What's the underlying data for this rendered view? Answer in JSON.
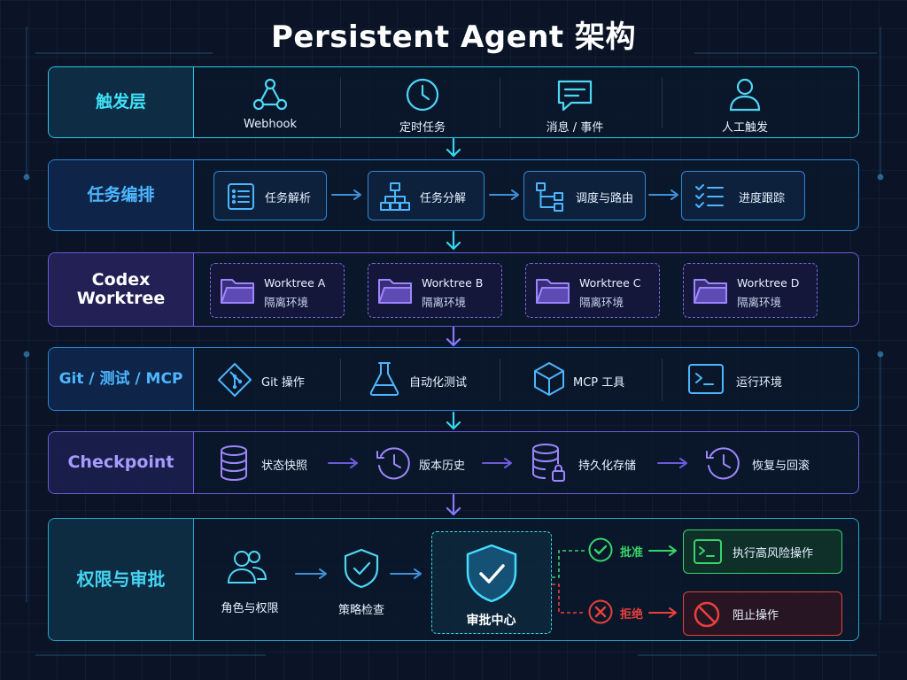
{
  "title": "Persistent Agent 架构",
  "colors": {
    "cyan": "#28c7e3",
    "blue": "#2a86d8",
    "violet": "#6c5ad8",
    "green": "#36d46a",
    "red": "#e8413c"
  },
  "layers": {
    "trigger": {
      "title": "触发层",
      "items": [
        {
          "label": "Webhook",
          "icon": "webhook-icon"
        },
        {
          "label": "定时任务",
          "icon": "clock-icon"
        },
        {
          "label": "消息 / 事件",
          "icon": "message-icon"
        },
        {
          "label": "人工触发",
          "icon": "person-icon"
        }
      ]
    },
    "orchestration": {
      "title": "任务编排",
      "items": [
        {
          "label": "任务解析",
          "icon": "list-icon"
        },
        {
          "label": "任务分解",
          "icon": "hierarchy-icon"
        },
        {
          "label": "调度与路由",
          "icon": "routing-icon"
        },
        {
          "label": "进度跟踪",
          "icon": "checklist-icon"
        }
      ]
    },
    "worktree": {
      "title_line1": "Codex",
      "title_line2": "Worktree",
      "items": [
        {
          "name": "Worktree A",
          "sub": "隔离环境",
          "icon": "folder-icon"
        },
        {
          "name": "Worktree B",
          "sub": "隔离环境",
          "icon": "folder-icon"
        },
        {
          "name": "Worktree C",
          "sub": "隔离环境",
          "icon": "folder-icon"
        },
        {
          "name": "Worktree D",
          "sub": "隔离环境",
          "icon": "folder-icon"
        }
      ]
    },
    "tooling": {
      "title": "Git / 测试 / MCP",
      "items": [
        {
          "label": "Git 操作",
          "icon": "git-icon"
        },
        {
          "label": "自动化测试",
          "icon": "flask-icon"
        },
        {
          "label": "MCP 工具",
          "icon": "cube-icon"
        },
        {
          "label": "运行环境",
          "icon": "terminal-icon"
        }
      ]
    },
    "checkpoint": {
      "title": "Checkpoint",
      "items": [
        {
          "label": "状态快照",
          "icon": "database-icon"
        },
        {
          "label": "版本历史",
          "icon": "history-icon"
        },
        {
          "label": "持久化存储",
          "icon": "database-lock-icon"
        },
        {
          "label": "恢复与回滚",
          "icon": "restore-icon"
        }
      ]
    },
    "approval": {
      "title": "权限与审批",
      "roles": "角色与权限",
      "policy": "策略检查",
      "center": "审批中心",
      "approve": "批准",
      "reject": "拒绝",
      "execute": "执行高风险操作",
      "block": "阻止操作"
    }
  }
}
